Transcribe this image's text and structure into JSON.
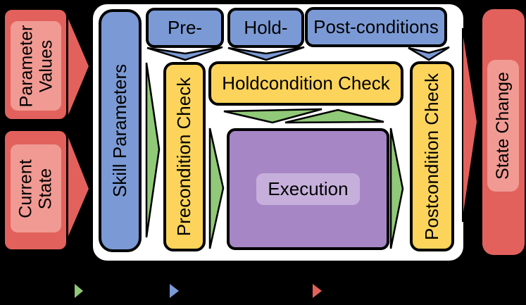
{
  "colors": {
    "bg": "#000000",
    "panel": "#ffffff",
    "red": "#e2615c",
    "red-light": "#f09a93",
    "blue": "#7b9ad5",
    "yellow": "#fcd45c",
    "green": "#90c977",
    "purple": "#a686c5",
    "purple-light": "#c6b0db"
  },
  "inputs": {
    "parameter_values": {
      "line1": "Parameter",
      "line2": "Values"
    },
    "current_state": {
      "line1": "Current",
      "line2": "State"
    }
  },
  "panel": {
    "skill_parameters": "Skill Parameters",
    "conditions": {
      "pre": "Pre-",
      "hold": "Hold-",
      "post": "Post-conditions"
    },
    "checks": {
      "pre": "Precondition Check",
      "hold": "Holdcondition Check",
      "post": "Postcondition Check"
    },
    "execution": "Execution"
  },
  "output": {
    "state_change": "State Change"
  },
  "legend": {
    "items": [
      {
        "color": "green"
      },
      {
        "color": "blue"
      },
      {
        "color": "red"
      }
    ]
  }
}
